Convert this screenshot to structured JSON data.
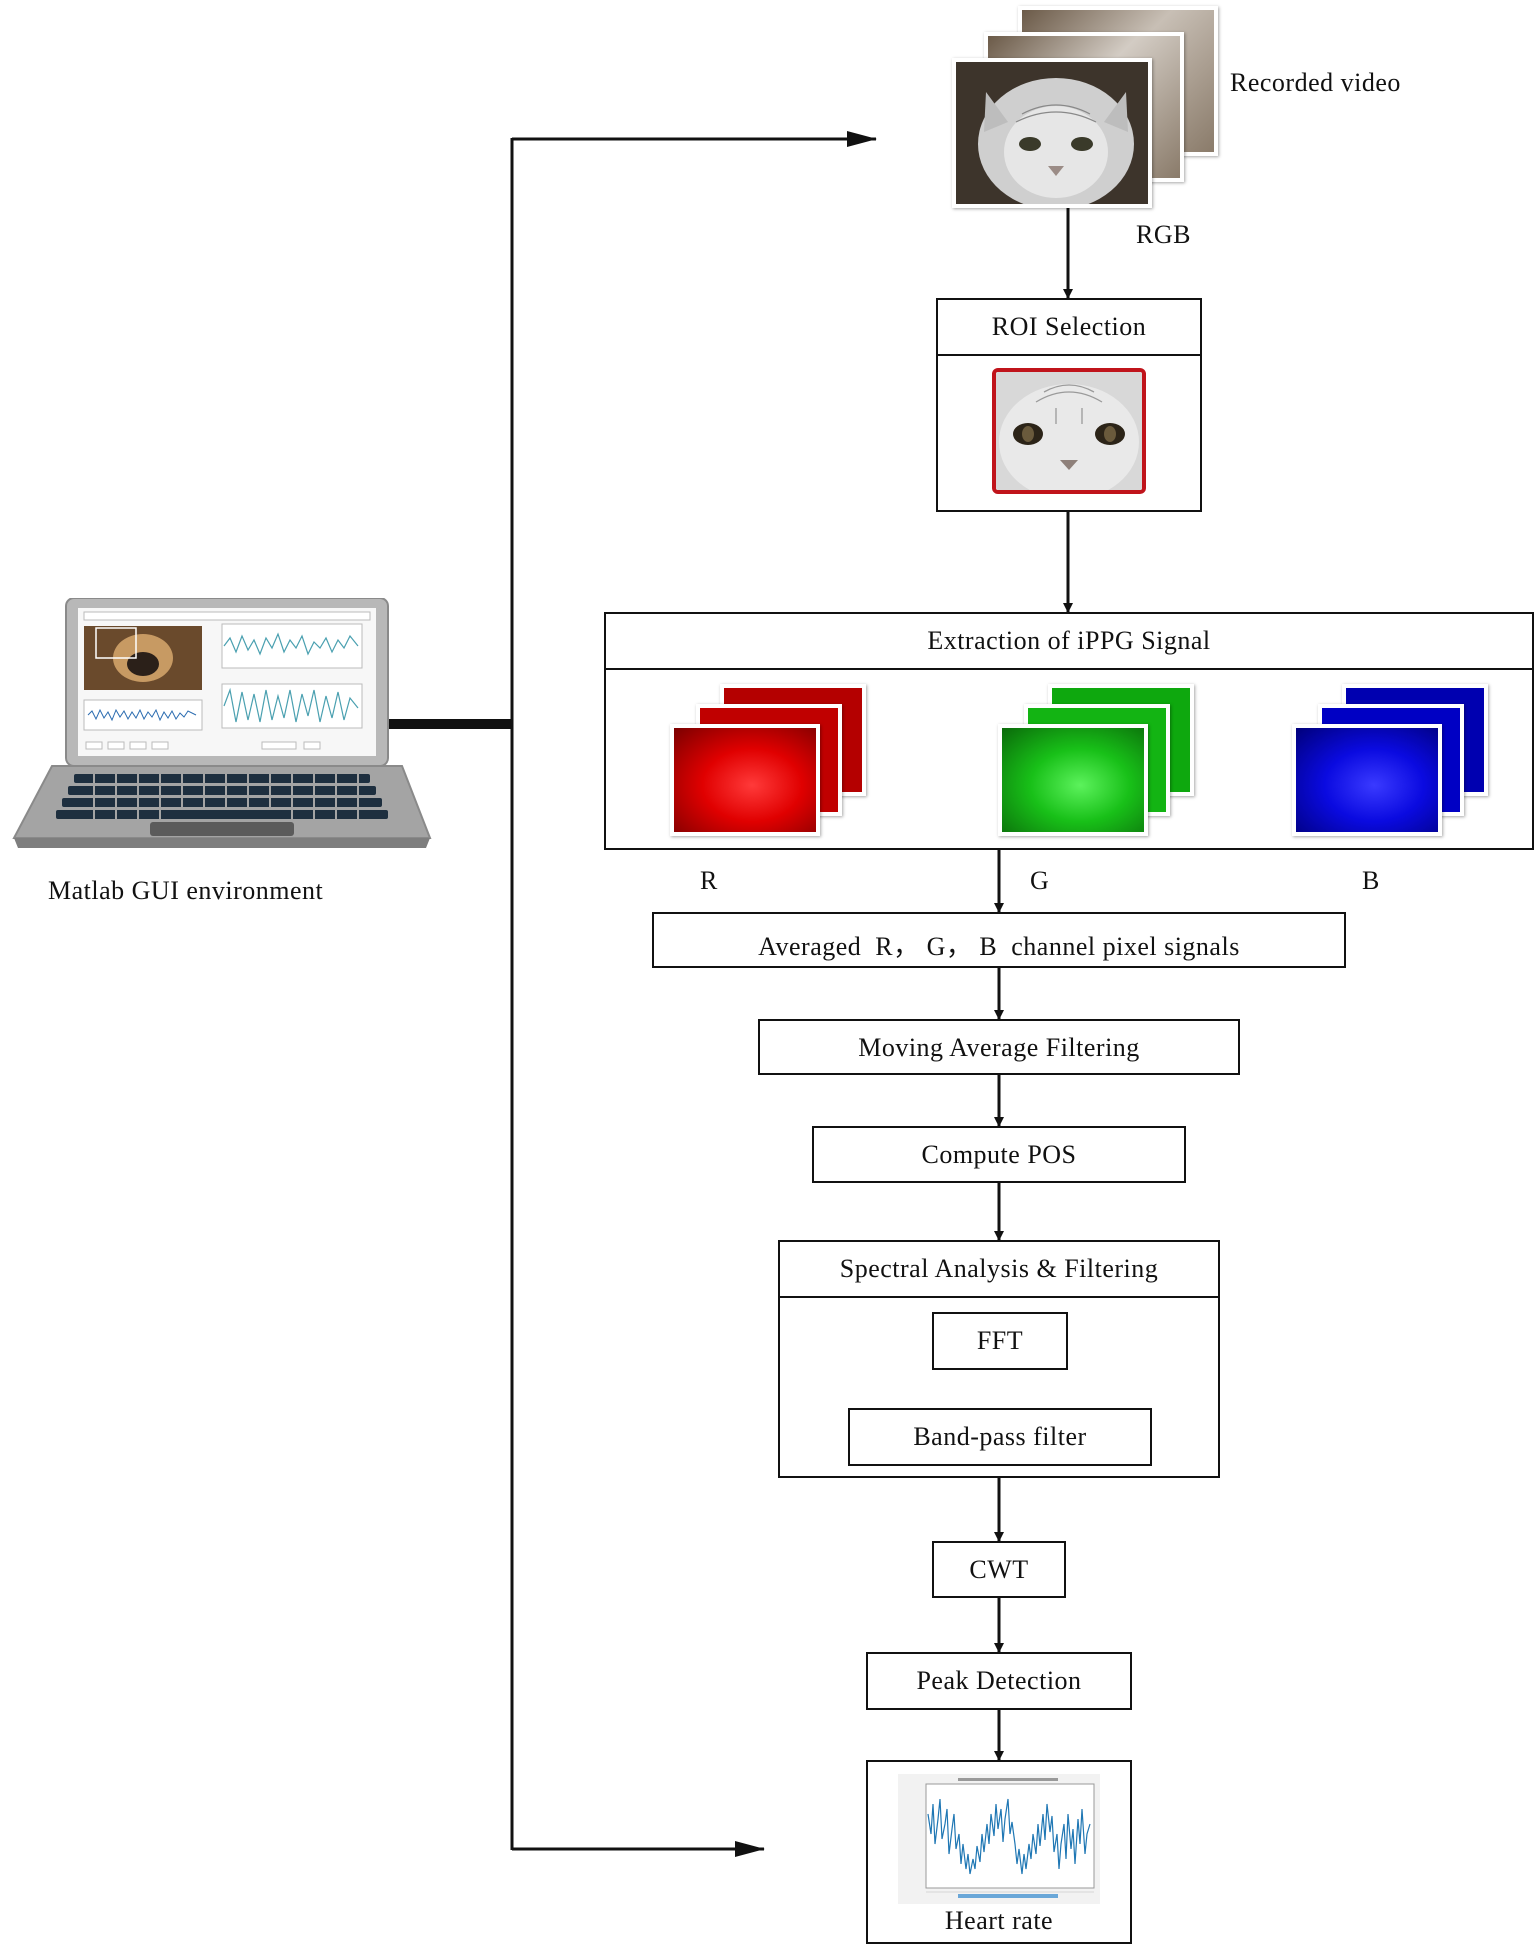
{
  "laptop": {
    "caption": "Matlab GUI environment"
  },
  "video": {
    "caption": "Recorded video",
    "channel_label": "RGB"
  },
  "roi": {
    "title": "ROI Selection"
  },
  "extraction": {
    "title": "Extraction of iPPG Signal",
    "channels": [
      {
        "label": "R",
        "color": "#d40000"
      },
      {
        "label": "G",
        "color": "#1db31d"
      },
      {
        "label": "B",
        "color": "#0a0ad8"
      }
    ]
  },
  "steps": {
    "averaged": "Averaged  R， G， B  channel pixel signals",
    "moving_average": "Moving Average Filtering",
    "compute_pos": "Compute POS",
    "spectral": "Spectral Analysis & Filtering",
    "fft": "FFT",
    "bandpass": "Band-pass filter",
    "cwt": "CWT",
    "peak": "Peak Detection",
    "heart_rate": "Heart rate"
  },
  "colors": {
    "line": "#111111",
    "roi_border": "#c0141b",
    "signal": "#1f77b4"
  }
}
